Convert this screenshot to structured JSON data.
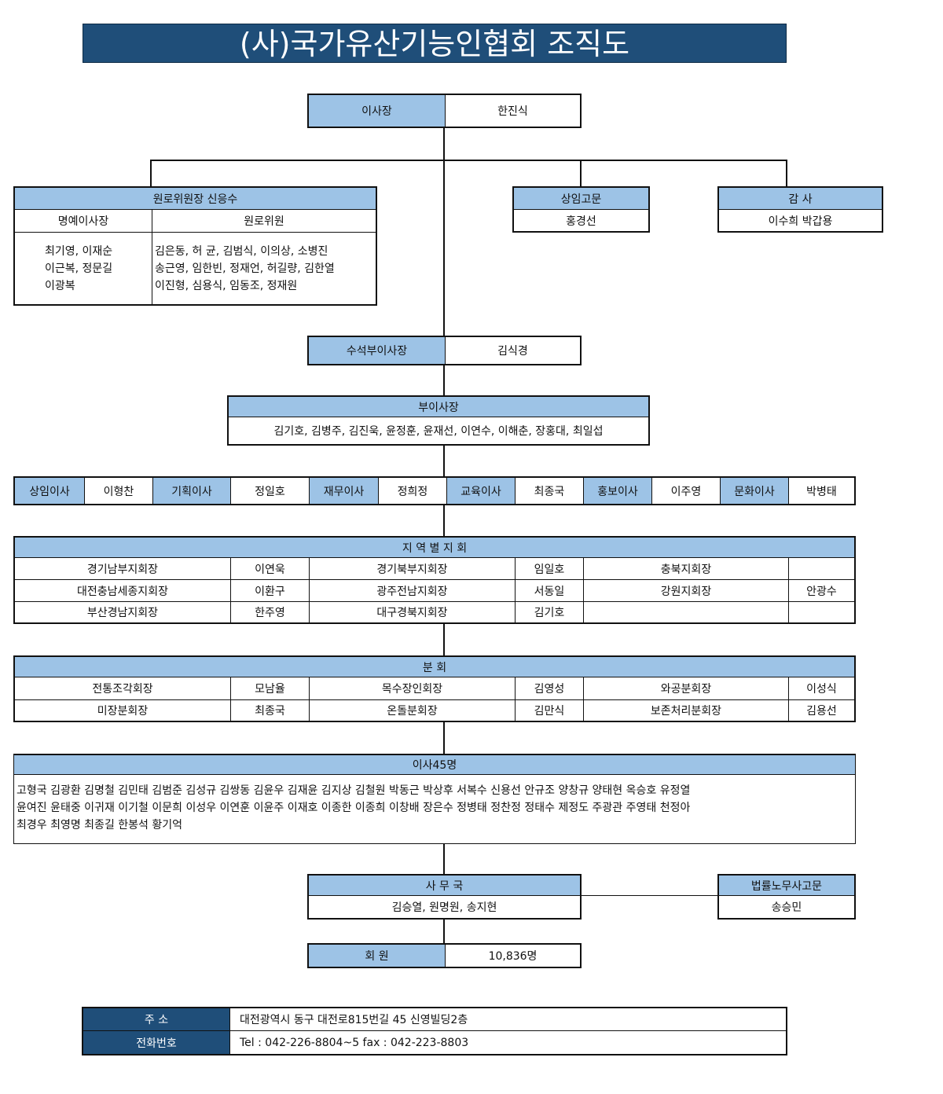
{
  "title": "(사)국가유산기능인협회 조직도",
  "chairman": {
    "label": "이사장",
    "name": "한진식"
  },
  "elders": {
    "header": "원로위원장  신응수",
    "honorary_label": "명예이사장",
    "elder_label": "원로위원",
    "honorary_lines": [
      "최기영, 이재순",
      "이근복, 정문길",
      "이광복"
    ],
    "elder_lines": [
      "김은동, 허   균, 김범식, 이의상, 소병진",
      "송근영, 임한빈, 정재언, 허길량, 김한열",
      "이진형, 심용식, 임동조, 정재원"
    ]
  },
  "advisor": {
    "label": "상임고문",
    "name": "홍경선"
  },
  "auditor": {
    "label": "감 사",
    "name": "이수희  박갑용"
  },
  "senior_vp": {
    "label": "수석부이사장",
    "name": "김식경"
  },
  "vps": {
    "label": "부이사장",
    "names": "김기호, 김병주, 김진욱, 윤정훈, 윤재선, 이연수, 이해춘, 장홍대, 최일섭"
  },
  "directors": [
    {
      "role": "상임이사",
      "name": "이형찬"
    },
    {
      "role": "기획이사",
      "name": "정일호"
    },
    {
      "role": "재무이사",
      "name": "정희정"
    },
    {
      "role": "교육이사",
      "name": "최종국"
    },
    {
      "role": "홍보이사",
      "name": "이주영"
    },
    {
      "role": "문화이사",
      "name": "박병태"
    }
  ],
  "regions": {
    "header": "지 역 별  지 회",
    "rows": [
      [
        "경기남부지회장",
        "이연욱",
        "경기북부지회장",
        "임일호",
        "충북지회장",
        ""
      ],
      [
        "대전충남세종지회장",
        "이환구",
        "광주전남지회장",
        "서동일",
        "강원지회장",
        "안광수"
      ],
      [
        "부산경남지회장",
        "한주영",
        "대구경북지회장",
        "김기호",
        "",
        ""
      ]
    ]
  },
  "branches": {
    "header": "분                회",
    "rows": [
      [
        "전통조각회장",
        "모남율",
        "목수장인회장",
        "김영성",
        "와공분회장",
        "이성식"
      ],
      [
        "미장분회장",
        "최종국",
        "온돌분회장",
        "김만식",
        "보존처리분회장",
        "김용선"
      ]
    ]
  },
  "board": {
    "header": "이사45명",
    "lines": [
      "고형국 김광환 김명철 김민태 김범준 김성규 김쌍동 김윤우 김재윤 김지상 김철원 박동근 박상후 서복수 신용선 안규조 양창규 양태현 옥승호 유정열",
      "윤여진 윤태중 이귀재 이기철 이문희 이성우 이연훈 이윤주 이재호 이종한 이종희 이창배  장은수 정병태 정찬정 정태수 제정도 주광관 주영태 천정아",
      "최경우 최영명 최종길 한봉석 황기억"
    ]
  },
  "office": {
    "label": "사  무  국",
    "names": "김승열, 원명원, 송지현"
  },
  "legal": {
    "label": "법률노무사고문",
    "name": "송승민"
  },
  "members": {
    "label": "회     원",
    "count": "10,836명"
  },
  "contact": {
    "address_label": "주      소",
    "address": "대전광역시 동구 대전로815번길 45 신영빌딩2층",
    "phone_label": "전화번호",
    "phone": "Tel : 042-226-8804~5  fax : 042-223-8803"
  }
}
